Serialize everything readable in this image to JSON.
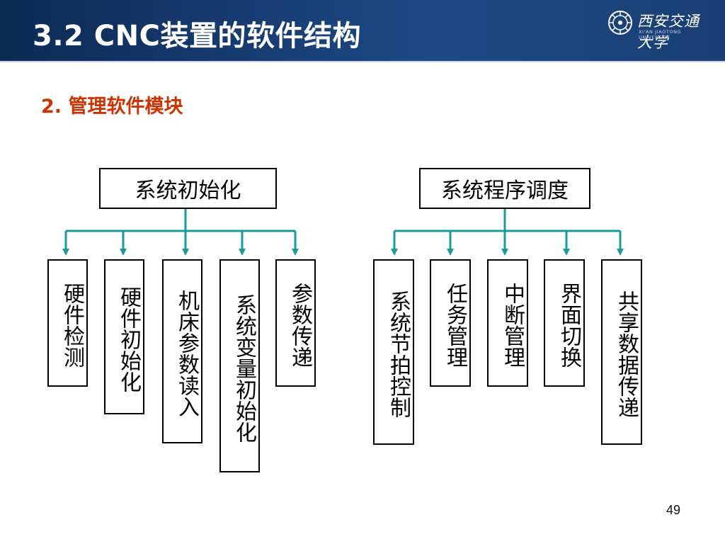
{
  "header": {
    "title": "3.2  CNC装置的软件结构",
    "logo_text": "西安交通大学",
    "logo_en": "XI'AN JIAOTONG UNIVERSITY"
  },
  "subtitle": "2.  管理软件模块",
  "diagram": {
    "connector_color": "#1a9a9a",
    "left": {
      "root": "系统初始化",
      "children": [
        "硬件检测",
        "硬件初始化",
        "机床参数读入",
        "系统变量初始化",
        "参数传递"
      ]
    },
    "right": {
      "root": "系统程序调度",
      "children": [
        "系统节拍控制",
        "任务管理",
        "中断管理",
        "界面切换",
        "共享数据传递"
      ]
    }
  },
  "page_number": "49"
}
